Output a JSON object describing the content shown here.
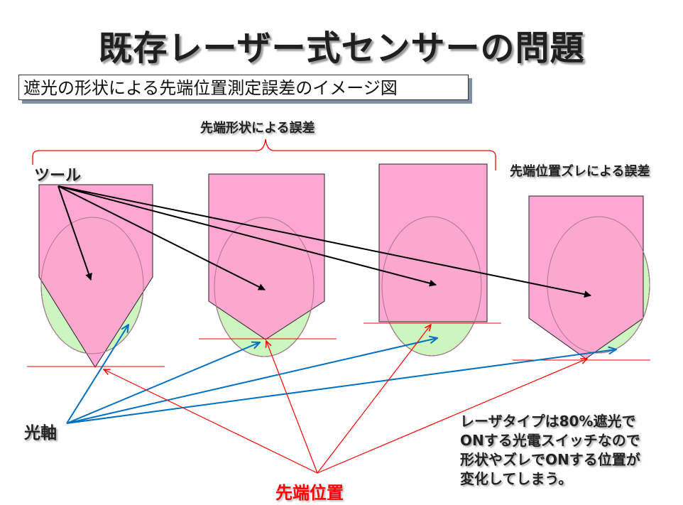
{
  "title": "既存レーザー式センサーの問題",
  "subtitle": "遮光の形状による先端位置測定誤差のイメージ図",
  "labels": {
    "tip_shape_error": "先端形状による誤差",
    "tip_offset_error": "先端位置ズレによる誤差",
    "tool": "ツール",
    "optical_axis": "光軸",
    "tip_position": "先端位置"
  },
  "note_lines": [
    "レーザタイプは80%遮光で",
    "ONする光電スイッチなので",
    "形状やズレでONする位置が",
    "変化してしまう。"
  ],
  "colors": {
    "tool_fill": "#ff9fcf",
    "beam_fill": "#ccf5c0",
    "tip_arrow": "#ff0000",
    "axis_arrow": "#0070c0",
    "tool_arrow": "#000000",
    "brace": "#ff0000"
  }
}
